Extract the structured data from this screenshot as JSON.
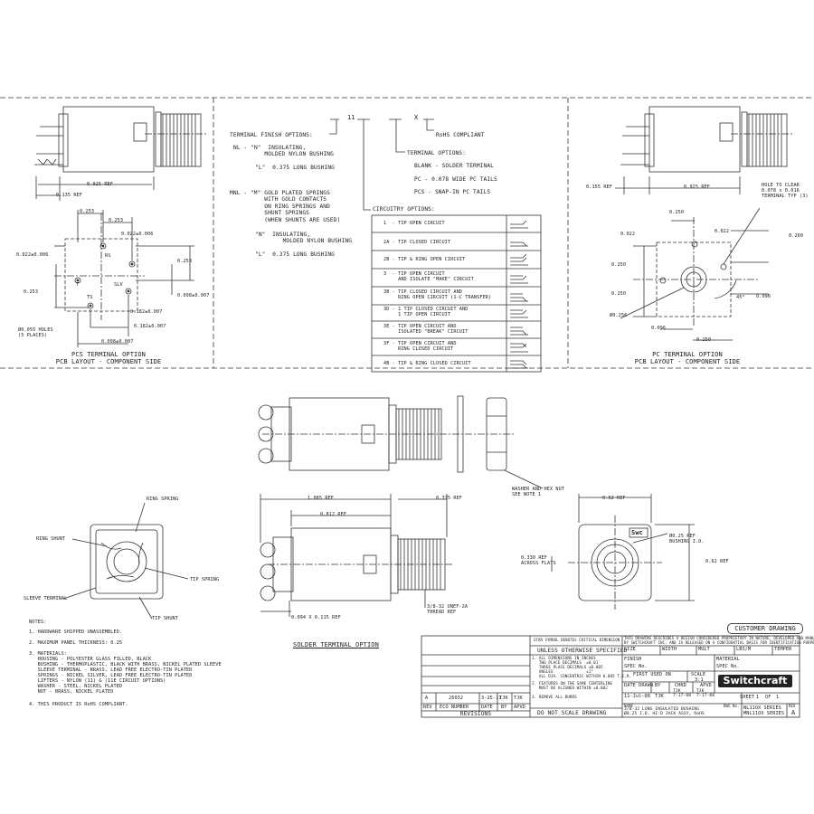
{
  "part_number_block": {
    "code_11": "11",
    "code_x": "X",
    "rohs": "RoHS COMPLIANT",
    "finish_title": "TERMINAL FINISH OPTIONS:",
    "nl_line": "NL - \"N\"  INSULATING,\n         MOLDED NYLON BUSHING",
    "nl_l": "\"L\"  0.375 LONG BUSHING",
    "mnl_line": "MNL - \"M\" GOLD PLATED SPRINGS\n          WITH GOLD CONTACTS\n          ON RING SPRINGS AND\n          SHUNT SPRINGS\n          (WHEN SHUNTS ARE USED)",
    "mnl_n": "\"N\"  INSULATING,\n        MOLDED NYLON BUSHING",
    "mnl_l": "\"L\"  0.375 LONG BUSHING",
    "terminal_title": "TERMINAL OPTIONS:",
    "terminal_options": [
      "BLANK - SOLDER TERMINAL",
      "PC - 0.078 WIDE PC TAILS",
      "PCS - SNAP-IN PC TAILS"
    ],
    "circuitry_title": "CIRCUITRY OPTIONS:",
    "circuits": [
      "1  - TIP OPEN CIRCUIT",
      "2A - TIP CLOSED CIRCUIT",
      "2B - TIP & RING OPEN CIRCUIT",
      "3  - TIP OPEN CIRCUIT\n     AND ISOLATE \"MAKE\" CIRCUIT",
      "3B - TIP CLOSED CIRCUIT AND\n     RING OPEN CIRCUIT (1-C TRANSFER)",
      "3D - 1 TIP CLOSED CIRCUIT AND\n     1 TIP OPEN CIRCUIT",
      "3E - TIP OPEN CIRCUIT AND\n     ISOLATED \"BREAK\" CIRCUIT",
      "3F - TIP OPEN CIRCUIT AND\n     RING CLOSED CIRCUIT",
      "4B - TIP & RING CLOSED CIRCUIT"
    ]
  },
  "left_top": {
    "dim_925": "0.925 REF",
    "dim_135": "0.135 REF",
    "dims": [
      "0.253",
      "0.253",
      "0.022±0.006",
      "0.022±0.006",
      "0.253",
      "0.253",
      "0.098±0.007",
      "0.182±0.007",
      "0.182±0.007",
      "0.098±0.007"
    ],
    "pin_labels": [
      "RS",
      "T",
      "TS",
      "SLV"
    ],
    "holes": "Ø0.055 HOLES\n(5 PLACES)",
    "caption1": "PCS TERMINAL OPTION",
    "caption2": "PCB LAYOUT - COMPONENT SIDE"
  },
  "right_top": {
    "dim_155": "0.155 REF",
    "dim_925": "0.925 REF",
    "hole_note": "HOLE TO CLEAR\n0.078 x 0.016\nTERMINAL TYP (3)",
    "dims": [
      "0.250",
      "0.022",
      "0.022",
      "0.260",
      "0.250",
      "0.250",
      "0.096",
      "0.096",
      "0.250"
    ],
    "angle": "45°",
    "dia": "Ø0.256",
    "caption1": "PC TERMINAL OPTION",
    "caption2": "PCB LAYOUT - COMPONENT SIDE"
  },
  "middle": {
    "washer_note": "WASHER AND HEX NUT\nSEE NOTE 1",
    "dim_1085": "1.085 REF",
    "dim_812": "0.812 REF",
    "dim_375": "0.375 REF",
    "dim_62_top": "0.62 REF",
    "dim_62_side": "0.62 REF",
    "bushing": "Ø0.25 REF\nBUSHING I.D.",
    "flats": "0.330 REF\nACROSS FLATS",
    "thread": "3/8-32 UNEF-2A\nTHREAD REF",
    "pin": "0.094 X 0.115 REF",
    "caption": "SOLDER TERMINAL OPTION",
    "ring_spring": "RING SPRING",
    "ring_shunt": "RING SHUNT",
    "tip_spring": "TIP SPRING",
    "sleeve_terminal": "SLEEVE TERMINAL",
    "tip_shunt": "TIP SHUNT",
    "swc": "Swc"
  },
  "notes": {
    "title": "NOTES:",
    "items": [
      "1. HARDWARE SHIPPED UNASSEMBLED.",
      "2. MAXIMUM PANEL THICKNESS: 0.25",
      "3. MATERIALS:\n   HOUSING - POLYESTER GLASS FILLED, BLACK\n   BUSHING - THERMOPLASTIC, BLACK WITH BRASS, NICKEL PLATED SLEEVE\n   SLEEVE TERMINAL - BRASS, LEAD FREE ELECTRO-TIN PLATED\n   SPRINGS - NICKEL SILVER, LEAD FREE ELECTRO-TIN PLATED\n   LIFTERS - NYLON (11) & (11E CIRCUIT OPTIONS)\n   WASHER - STEEL, NICKEL PLATED\n   NUT - BRASS, NICKEL PLATED",
      "4. THIS PRODUCT IS RoHS COMPLIANT."
    ]
  },
  "title_block": {
    "customer": "CUSTOMER DRAWING",
    "star": "STAR SYMBOL DENOTES CRITICAL DIMENSION",
    "proprietary": "THIS DRAWING DESCRIBES A DESIGN CONSIDERED PROPRIETARY IN NATURE, DEVELOPED AND MANUFACTURED\nBY SWITCHCRAFT INC. AND IS RELEASED ON A CONFIDENTIAL BASIS FOR IDENTIFICATION PURPOSES ONLY",
    "unless": "UNLESS OTHERWISE SPECIFIED",
    "tol": "1. ALL DIMENSIONS IN INCHES\n   TWO PLACE DECIMALS  ±0.01\n   THREE PLACE DECIMALS ±0.005\n   ANGLES              ±1°\n   ALL DIA. CONCENTRIC WITHIN 0.005 T.I.R.",
    "tol2": "2. FEATURES ON THE SAME CENTERLINE\n   MUST BE ALIGNED WITHIN ±0.002",
    "tol3": "3. REMOVE ALL BURRS",
    "fields": [
      "SIZE",
      "WIDTH",
      "MULT",
      "LBS/M",
      "TEMPER",
      "FINISH",
      "MATERIAL",
      "SPEC No.",
      "SPEC No.",
      "FIRST USED ON",
      "SCALE",
      "DATE DRAWN",
      "BY",
      "CHKD",
      "APVD",
      "SHEET",
      "OF",
      "NAME",
      "DWG No.",
      "REV"
    ],
    "scale": "3:1",
    "date": "11-Jul-08",
    "by": "TJK",
    "chkd": "TJK\n7-17-08",
    "apvd": "TJK\n7-17-08",
    "sheet": "1",
    "of": "1",
    "name": "3/8-32 LONG INSULATED BUSHING\nØ0.25 I.D. HI-D JACK ASSY, RoHS",
    "dwg": "NL11OX SERIES\nMNL11OX SERIES",
    "rev": "A",
    "do_not_scale": "DO NOT SCALE DRAWING",
    "revisions": "REVISIONS",
    "rev_header": [
      "REV",
      "ECO NUMBER",
      "DATE",
      "BY",
      "APVD"
    ],
    "rev_row": [
      "A",
      "26032",
      "3-25-11",
      "TJK",
      "TJK"
    ],
    "logo": "Switchcraft"
  }
}
